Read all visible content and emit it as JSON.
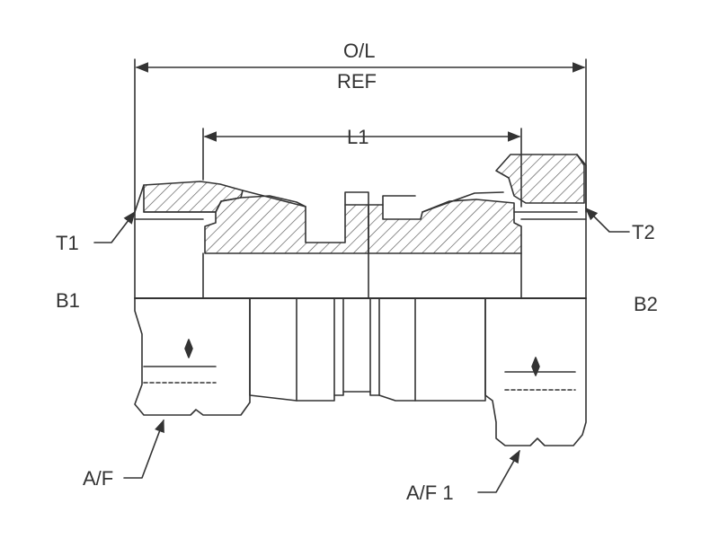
{
  "drawing": {
    "line_color": "#333333",
    "background": "#ffffff",
    "labels": {
      "overall_length": "O/L",
      "reference": "REF",
      "length_1": "L1",
      "thread_1": "T1",
      "thread_2": "T2",
      "bore_1": "B1",
      "bore_2": "B2",
      "across_flats": "A/F",
      "across_flats_1": "A/F 1"
    }
  }
}
